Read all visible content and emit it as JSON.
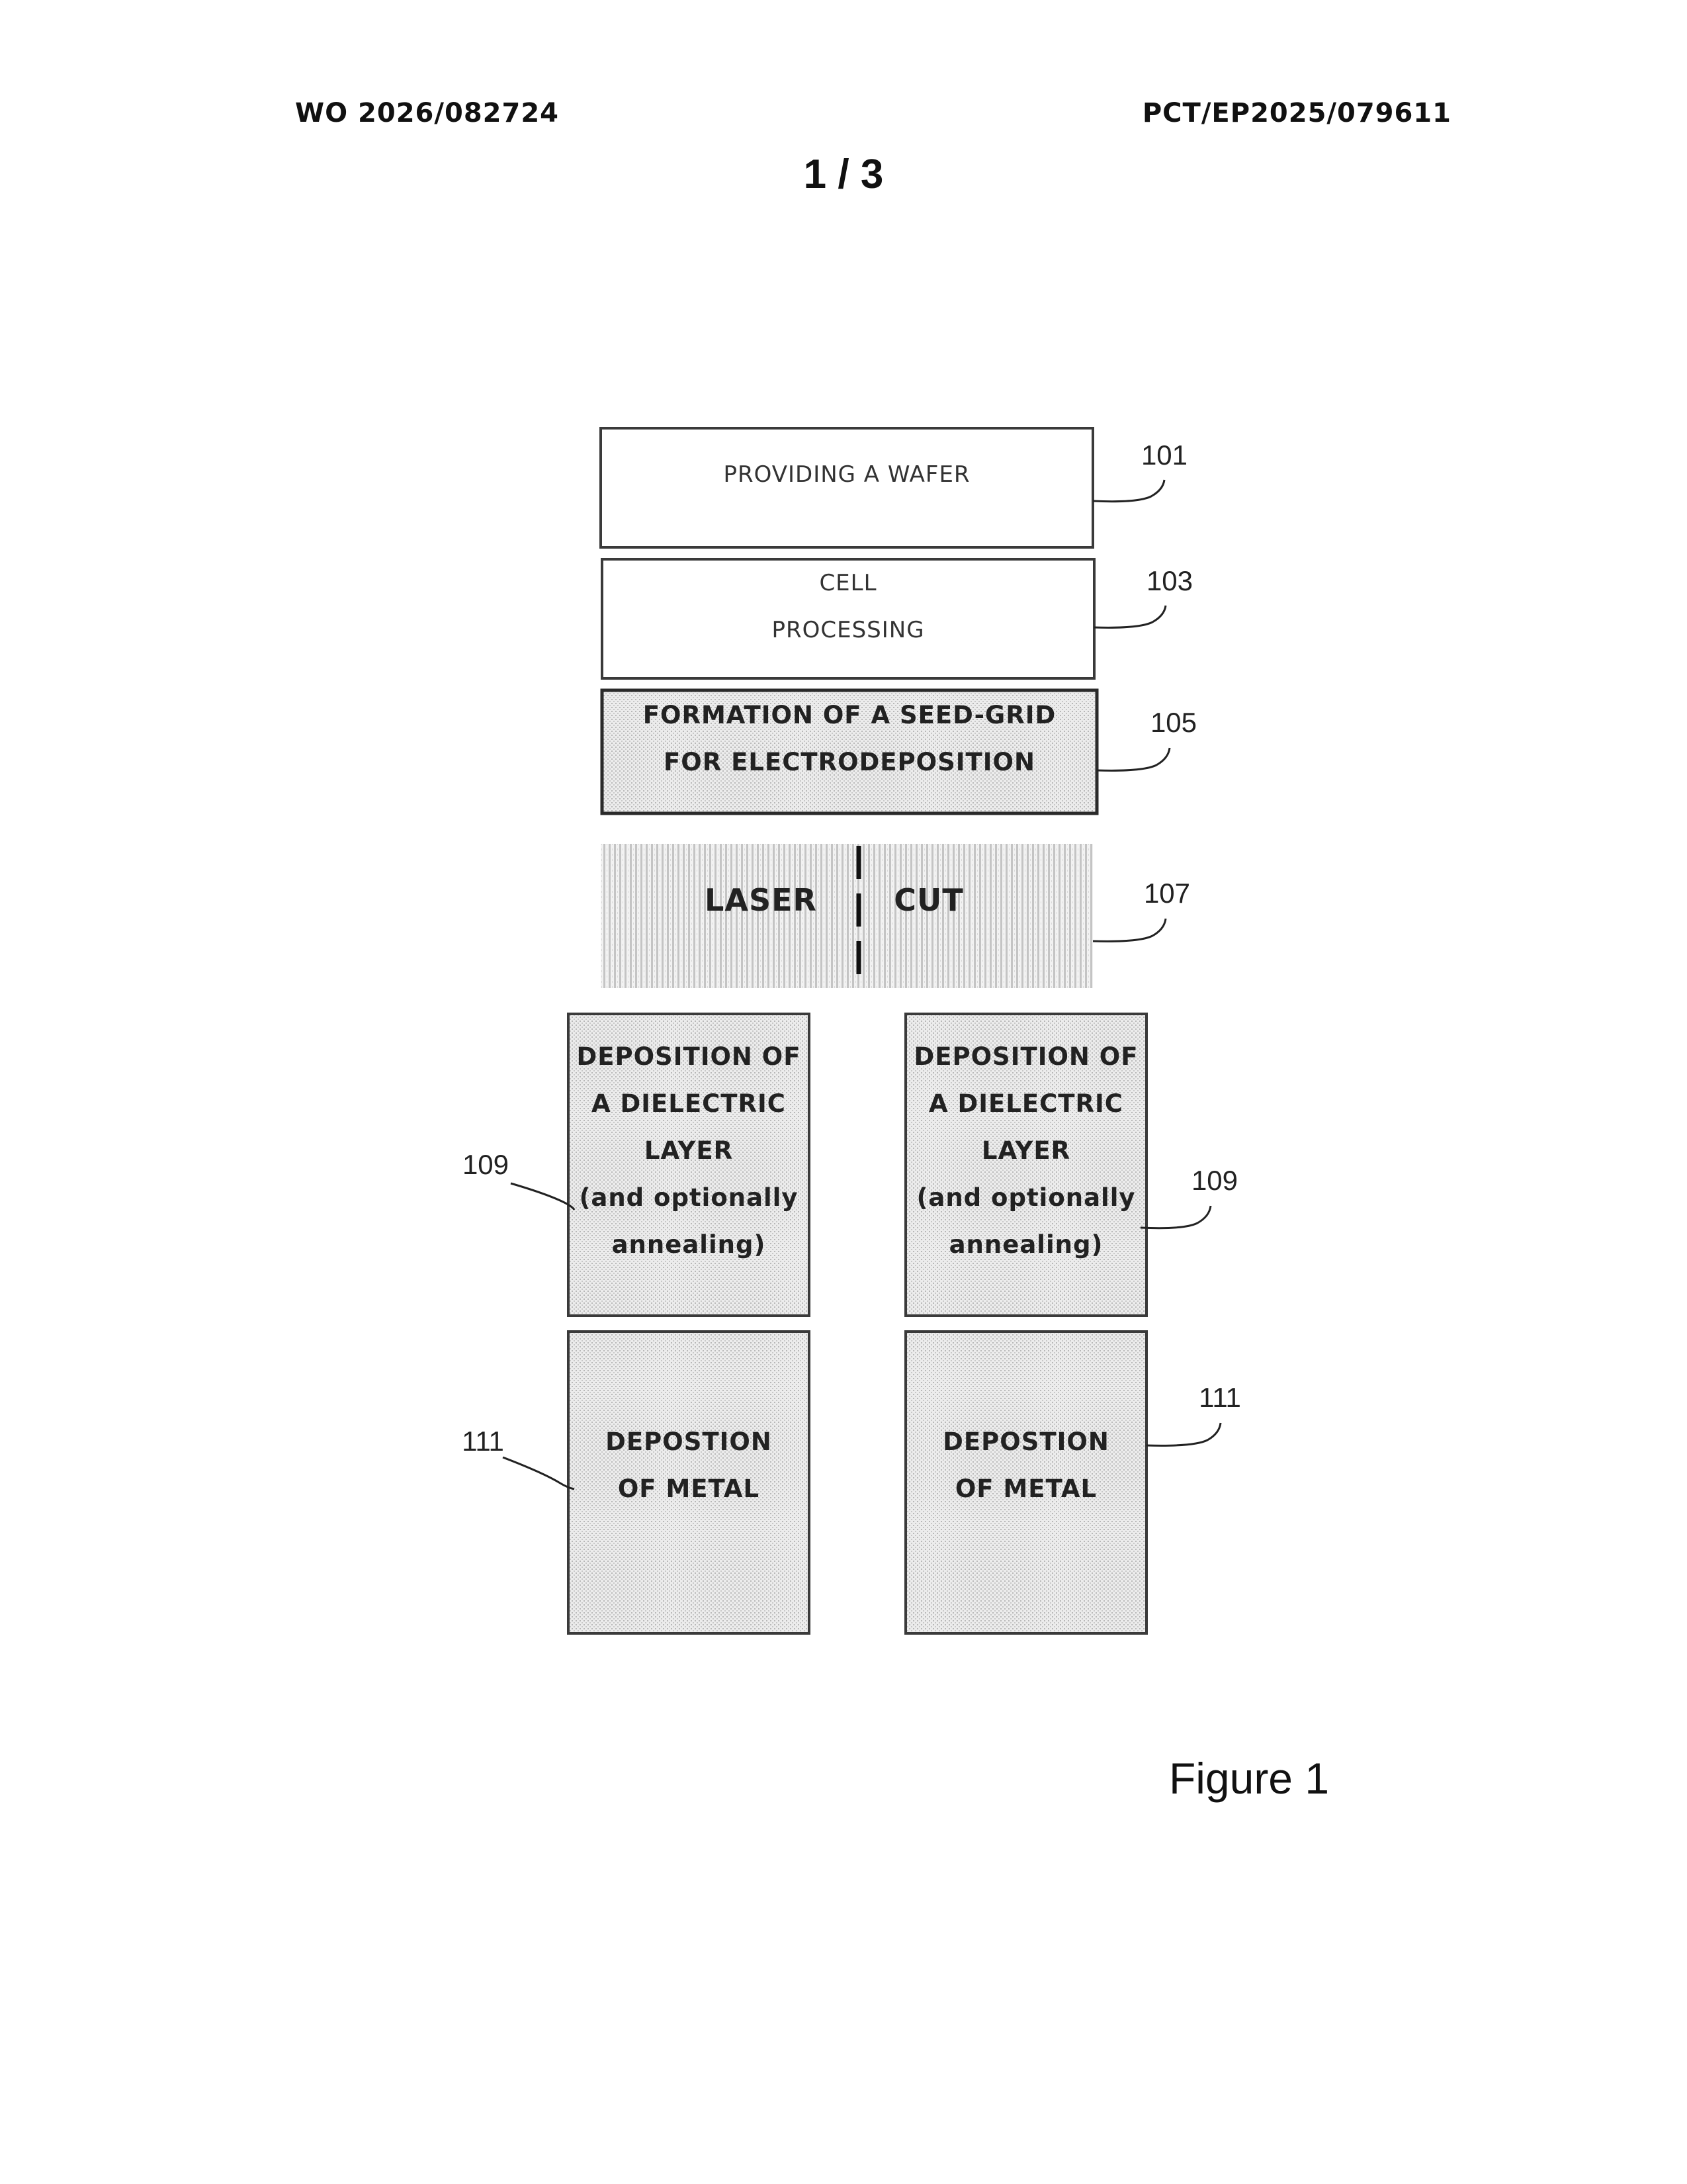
{
  "header": {
    "publication_number": "WO 2026/082724",
    "application_number": "PCT/EP2025/079611",
    "sheet": "1 / 3"
  },
  "steps": {
    "s101": {
      "lines": [
        "PROVIDING A WAFER"
      ],
      "ref": "101"
    },
    "s103": {
      "lines": [
        "CELL",
        "PROCESSING"
      ],
      "ref": "103"
    },
    "s105": {
      "lines": [
        "FORMATION OF A SEED-GRID",
        "FOR ELECTRODEPOSITION"
      ],
      "ref": "105"
    },
    "s107": {
      "left": "LASER",
      "right": "CUT",
      "ref": "107"
    },
    "s109_left": {
      "lines": [
        "DEPOSITION OF",
        "A DIELECTRIC",
        "LAYER",
        "(and optionally",
        "annealing)"
      ],
      "ref": "109"
    },
    "s109_right": {
      "lines": [
        "DEPOSITION OF",
        "A DIELECTRIC",
        "LAYER",
        "(and optionally",
        "annealing)"
      ],
      "ref": "109"
    },
    "s111_left": {
      "lines": [
        "DEPOSTION",
        "OF METAL"
      ],
      "ref": "111"
    },
    "s111_right": {
      "lines": [
        "DEPOSTION",
        "OF METAL"
      ],
      "ref": "111"
    }
  },
  "figure_label": "Figure 1"
}
